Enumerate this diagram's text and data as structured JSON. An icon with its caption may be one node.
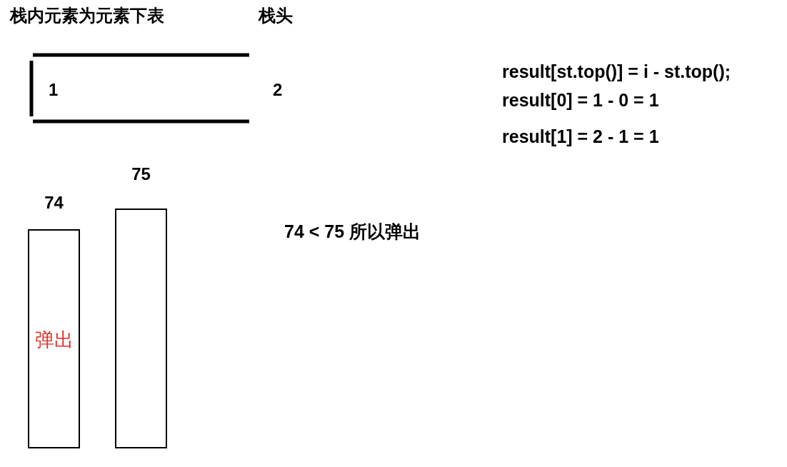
{
  "diagram": {
    "nodes": [
      {
        "text": [
          "1"
        ]
      },
      {
        "text": [
          "弹出"
        ],
        "beside": [
          "74"
        ]
      },
      {
        "text": [],
        "shape": "bar",
        "beside": [
          "75"
        ]
      }
    ],
    "labels": [
      "栈内元素为元素下表",
      "栈头",
      "2",
      "result[st.top()] = i - st.top();",
      "result[0] = 1 - 0 = 1",
      "result[1] = 2 - 1 = 1",
      "74 < 75 所以弹出"
    ]
  }
}
